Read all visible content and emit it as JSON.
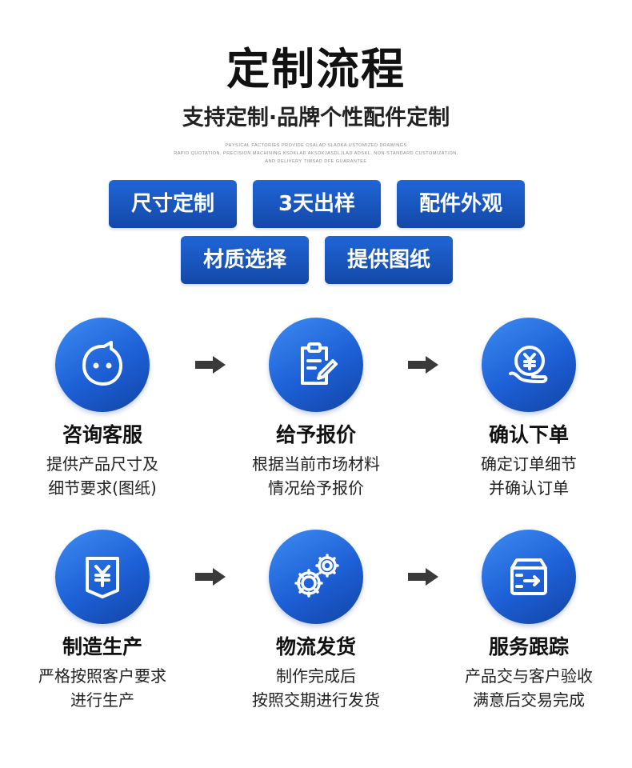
{
  "header": {
    "title": "定制流程",
    "subtitle": "支持定制·品牌个性配件定制",
    "fine_print": [
      "PHYSICAL FACTORIES PROVIDE CSALAD SLADKA USTOMIZED DRAWINGS",
      "RAPID QUOTATION, PRECISION MACHINING KSDKLAD AKSDKJASDLJLAD ADSKL, NON-STANDARD CUSTOMIZATION,",
      "AND DELIVERY TIMSAD DFE GUARANTEE"
    ]
  },
  "tags": [
    "尺寸定制",
    "3天出样",
    "配件外观",
    "材质选择",
    "提供图纸"
  ],
  "steps": [
    {
      "icon": "chat-bubble-icon",
      "title": "咨询客服",
      "lines": [
        "提供产品尺寸及",
        "细节要求(图纸)"
      ]
    },
    {
      "icon": "clipboard-edit-icon",
      "title": "给予报价",
      "lines": [
        "根据当前市场材料",
        "情况给予报价"
      ]
    },
    {
      "icon": "yen-coin-hand-icon",
      "title": "确认下单",
      "lines": [
        "确定订单细节",
        "并确认订单"
      ]
    },
    {
      "icon": "yen-box-icon",
      "title": "制造生产",
      "lines": [
        "严格按照客户要求",
        "进行生产"
      ]
    },
    {
      "icon": "gears-icon",
      "title": "物流发货",
      "lines": [
        "制作完成后",
        "按照交期进行发货"
      ]
    },
    {
      "icon": "package-arrow-icon",
      "title": "服务跟踪",
      "lines": [
        "产品交与客户验收",
        "满意后交易完成"
      ]
    }
  ],
  "colors": {
    "tag_top": "#1f65d6",
    "tag_bottom": "#1448a8",
    "circle_light": "#3d8cf2",
    "circle_dark": "#1244a4",
    "arrow": "#3a3a3a"
  }
}
